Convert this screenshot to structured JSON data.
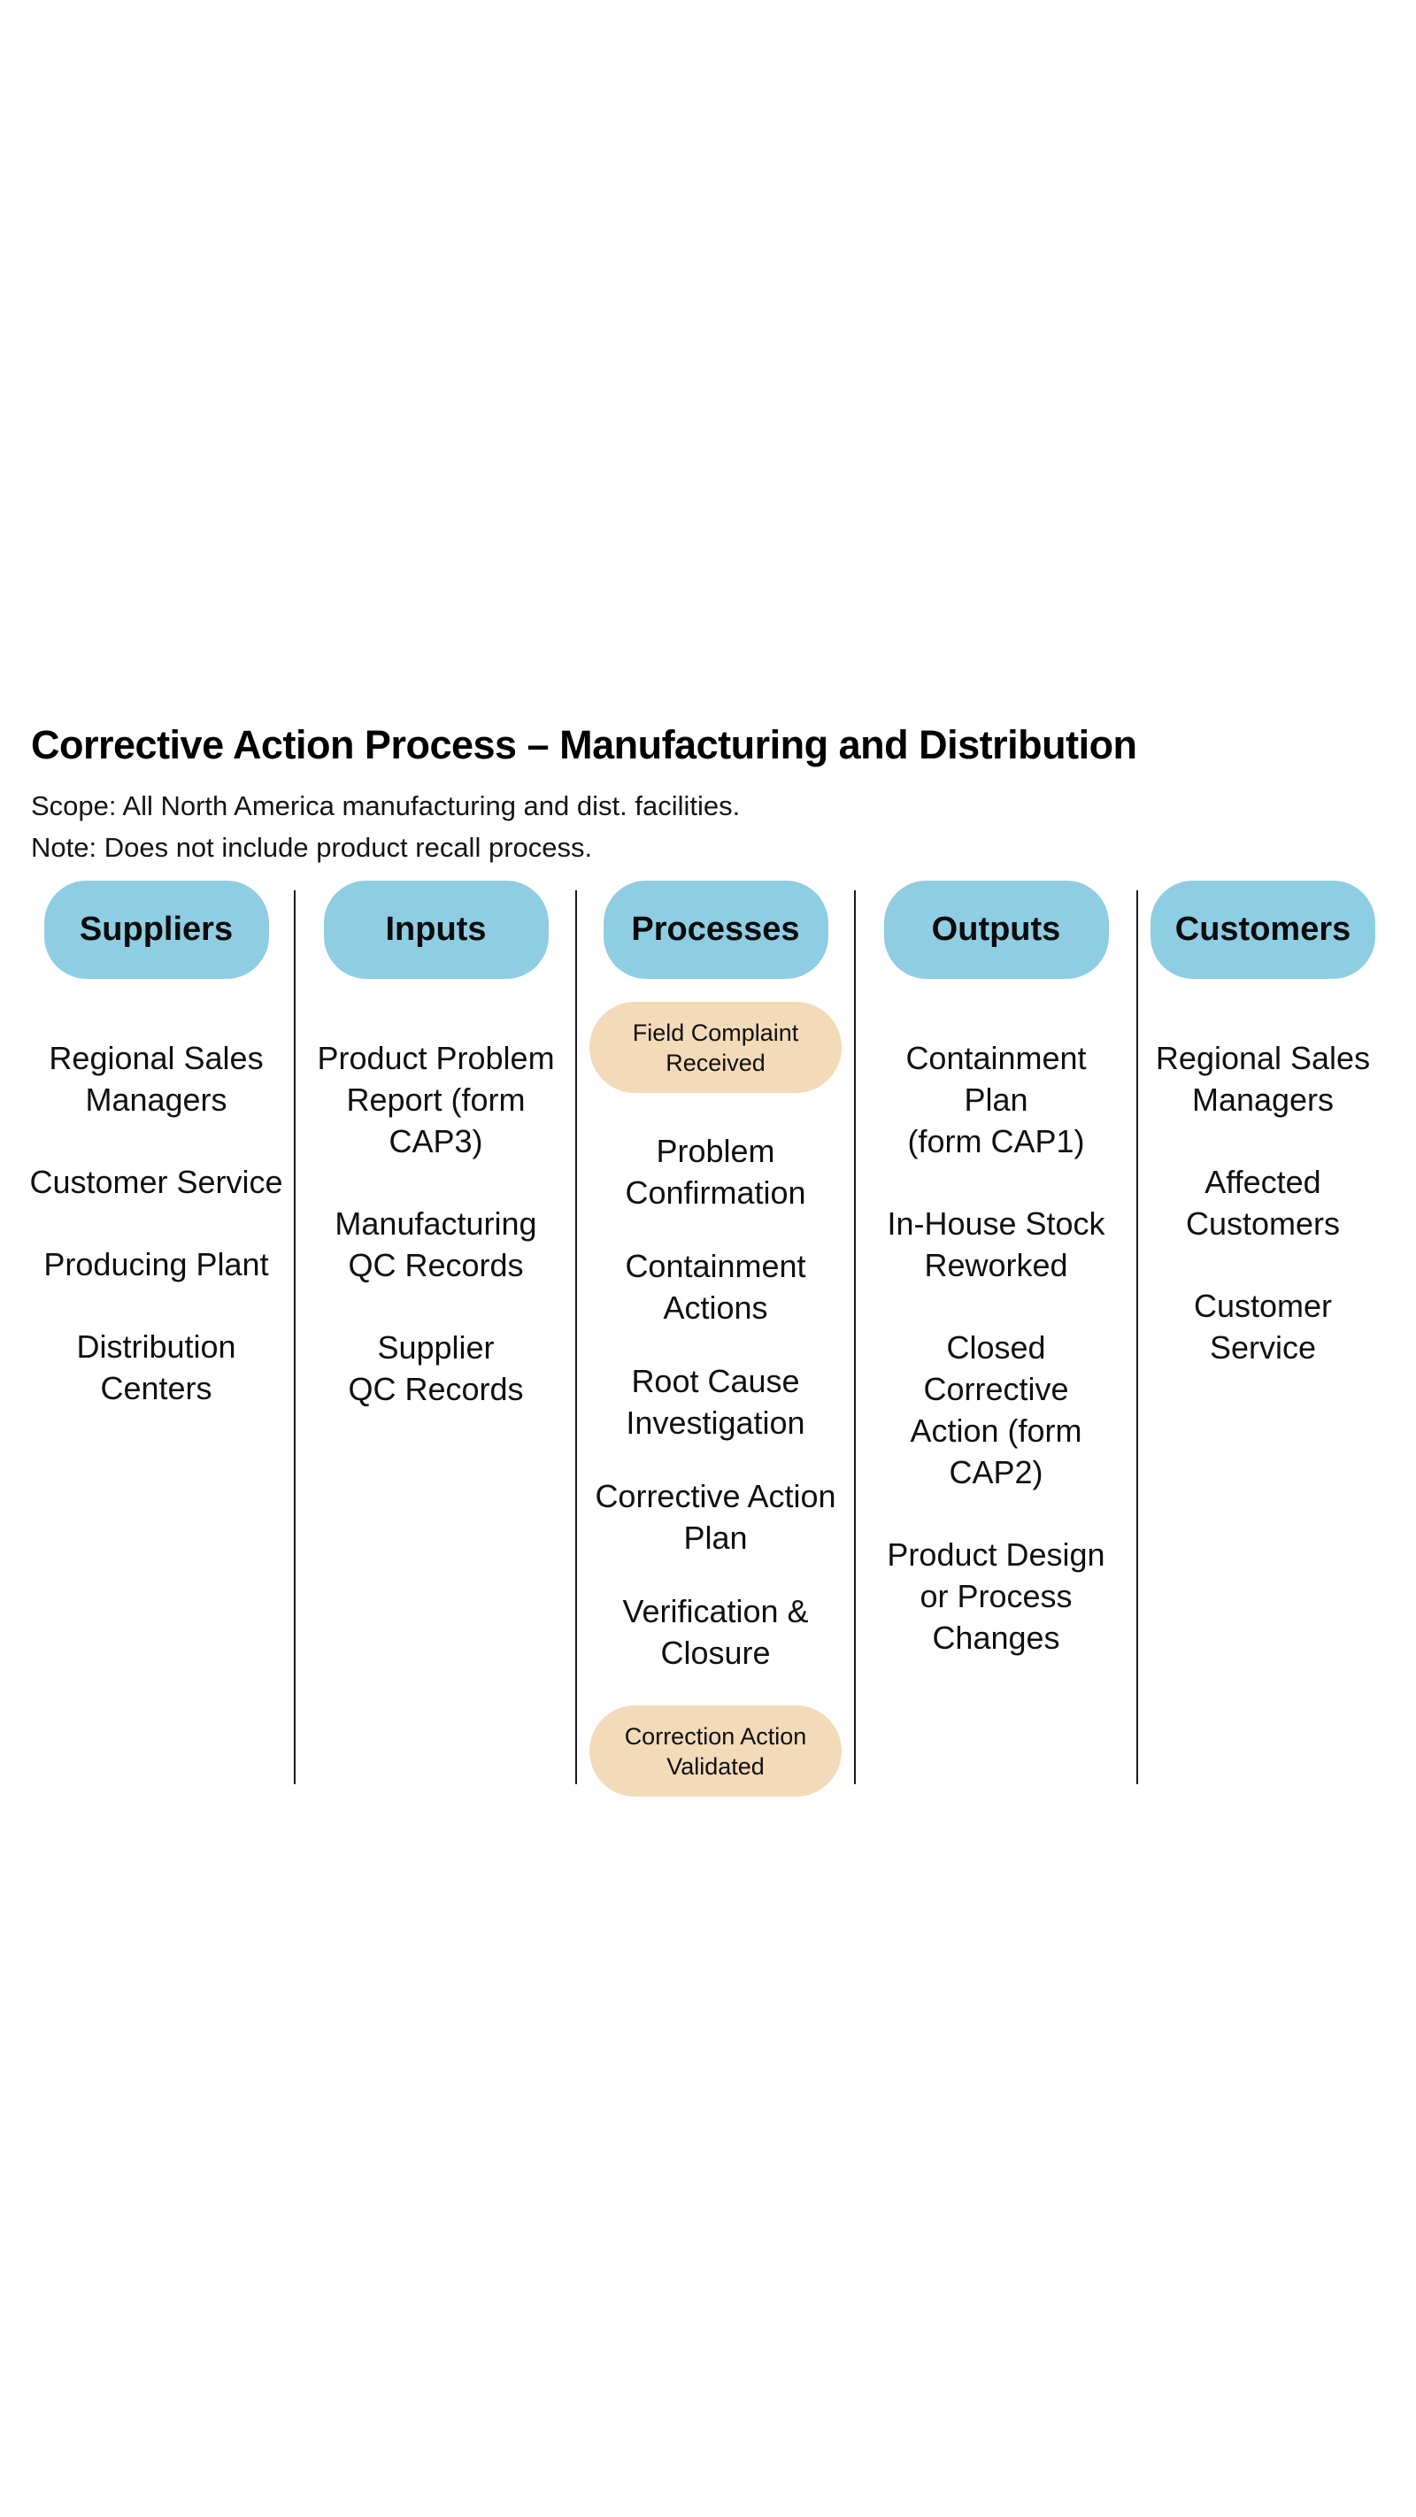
{
  "header": {
    "title": "Corrective Action Process – Manufacturing and Distribution",
    "scope": "Scope: All North America manufacturing and dist. facilities.",
    "note": "Note: Does not include product recall process."
  },
  "colors": {
    "column_header_pill": "#8FCDE3",
    "process_terminal_pill": "#F3DAB9",
    "divider_line": "#1B1B1B",
    "text": "#101010",
    "background": "#FFFFFF"
  },
  "columns": [
    {
      "header": "Suppliers",
      "items": [
        {
          "text": "Regional Sales\nManagers"
        },
        {
          "text": "Customer Service"
        },
        {
          "text": "Producing Plant"
        },
        {
          "text": "Distribution\nCenters"
        }
      ]
    },
    {
      "header": "Inputs",
      "items": [
        {
          "text": "Product Problem\nReport (form\nCAP3)"
        },
        {
          "text": "Manufacturing\nQC Records"
        },
        {
          "text": "Supplier\nQC Records"
        }
      ]
    },
    {
      "header": "Processes",
      "items": [
        {
          "text": "Field Complaint\nReceived",
          "style": "pill"
        },
        {
          "text": "Problem\nConfirmation"
        },
        {
          "text": "Containment\nActions"
        },
        {
          "text": "Root Cause\nInvestigation"
        },
        {
          "text": "Corrective Action\nPlan"
        },
        {
          "text": "Verification &\nClosure"
        },
        {
          "text": "Correction Action\nValidated",
          "style": "pill"
        }
      ]
    },
    {
      "header": "Outputs",
      "items": [
        {
          "text": "Containment\nPlan\n(form CAP1)"
        },
        {
          "text": "In-House Stock\nReworked"
        },
        {
          "text": "Closed\nCorrective\nAction (form\nCAP2)"
        },
        {
          "text": "Product Design\nor Process\nChanges"
        }
      ]
    },
    {
      "header": "Customers",
      "items": [
        {
          "text": "Regional Sales\nManagers"
        },
        {
          "text": "Affected\nCustomers"
        },
        {
          "text": "Customer Service"
        }
      ]
    }
  ]
}
